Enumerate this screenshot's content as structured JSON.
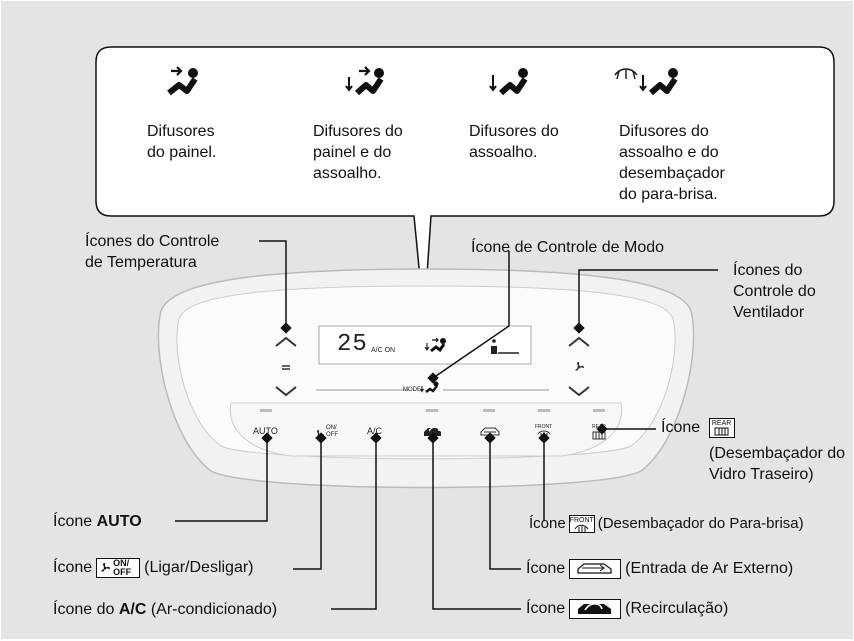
{
  "bubble": {
    "items": [
      {
        "icon": "panel-vent-icon",
        "text": "Difusores\ndo painel."
      },
      {
        "icon": "panel-floor-vent-icon",
        "text": "Difusores do\npainel e do\nassoalho."
      },
      {
        "icon": "floor-vent-icon",
        "text": "Difusores do\nassoalho."
      },
      {
        "icon": "floor-defrost-vent-icon",
        "text": "Difusores do\nassoalho e do\ndesembaçador\ndo para-brisa."
      }
    ]
  },
  "callouts": {
    "temp_controls": "Ícones do Controle\nde Temperatura",
    "mode_control": "Ícone de Controle de Modo",
    "fan_controls": "Ícones do\nControle do\nVentilador",
    "rear_defrost_prefix": "Ícone",
    "rear_defrost_label": "(Desembaçador do\nVidro Traseiro)",
    "rear_icon_text": "REAR",
    "front_defrost_prefix": "Ícone",
    "front_defrost_label": "(Desembaçador do Para-brisa)",
    "front_icon_text": "FRONT",
    "auto_prefix": "Ícone ",
    "auto_bold": "AUTO",
    "onoff_prefix": "Ícone",
    "onoff_icon_on": "ON/",
    "onoff_icon_off": "OFF",
    "onoff_label": "(Ligar/Desligar)",
    "fresh_air_prefix": "Ícone",
    "fresh_air_label": "(Entrada de Ar Externo)",
    "ac_prefix": "Ícone do ",
    "ac_bold": "A/C",
    "ac_label": " (Ar-condicionado)",
    "recirc_prefix": "Ícone",
    "recirc_label": "(Recirculação)"
  },
  "panel": {
    "display_temp": "25",
    "display_ac": "A/C ON",
    "mode_label": "MODE",
    "btn_auto": "AUTO",
    "btn_onoff_on": "ON/",
    "btn_onoff_off": "OFF",
    "btn_ac": "A/C",
    "btn_front": "FRONT",
    "btn_rear": "REAR"
  }
}
